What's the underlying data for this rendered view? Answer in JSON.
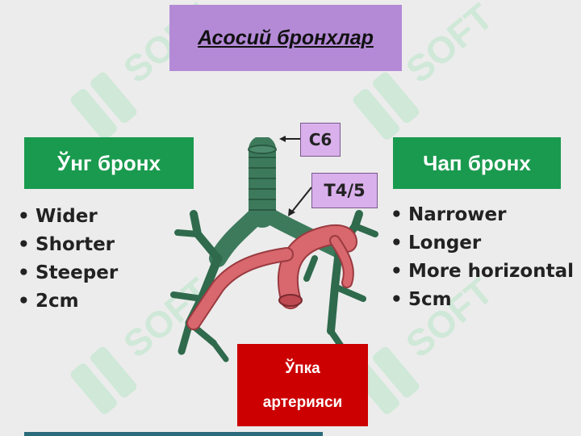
{
  "title": "Асосий бронхлар",
  "right_bronchus": {
    "label": "Ўнг бронх",
    "items": [
      "Wider",
      "Shorter",
      "Steeper",
      "2cm"
    ]
  },
  "left_bronchus": {
    "label": "Чап бронх",
    "items": [
      "Narrower",
      "Longer",
      "More horizontal",
      "5cm"
    ]
  },
  "tags": {
    "c6": "C6",
    "t45": "T4/5"
  },
  "pulmonary_artery": {
    "line1": "Ўпка",
    "line2": "артерияси"
  },
  "watermark": "SOFT",
  "colors": {
    "title_bg": "#b48ad6",
    "green": "#1a9a4e",
    "red": "#cc0000",
    "bronchus": "#3d7a5c",
    "artery": "#d8686e",
    "tag_bg": "#d9b0ec",
    "watermark": "#b8e6c8"
  },
  "icons": [
    "watermark-logo-icon",
    "bronchial-tree-illustration",
    "pulmonary-artery-illustration"
  ]
}
